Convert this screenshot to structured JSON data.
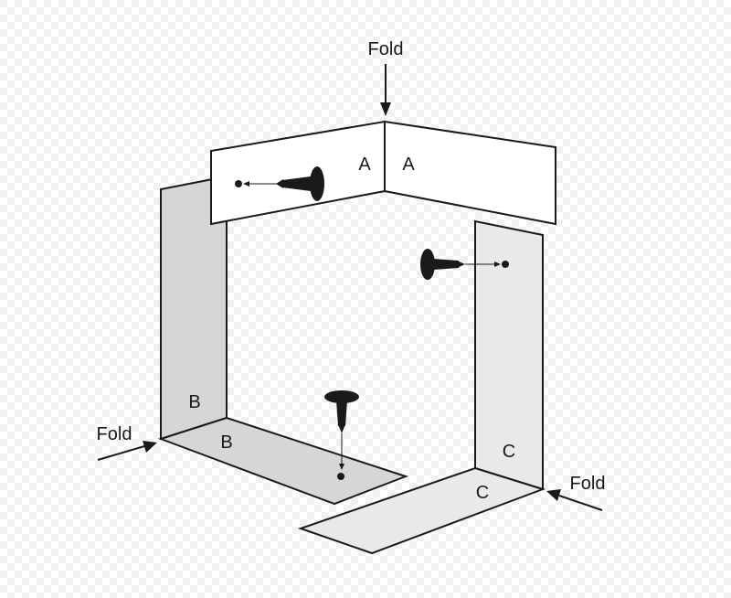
{
  "colors": {
    "checker_light": "#ffffff",
    "checker_dark": "#f1f1f1",
    "outline": "#1a1a1a",
    "panel_white": "#ffffff",
    "panel_gray": "#d6d6d6",
    "panel_light": "#e9e9e9",
    "screw": "#1a1a1a"
  },
  "labels": {
    "fold_top": "Fold",
    "fold_left": "Fold",
    "fold_right": "Fold",
    "a_left": "A",
    "a_right": "A",
    "b_upper": "B",
    "b_lower": "B",
    "c_upper": "C",
    "c_lower": "C"
  }
}
